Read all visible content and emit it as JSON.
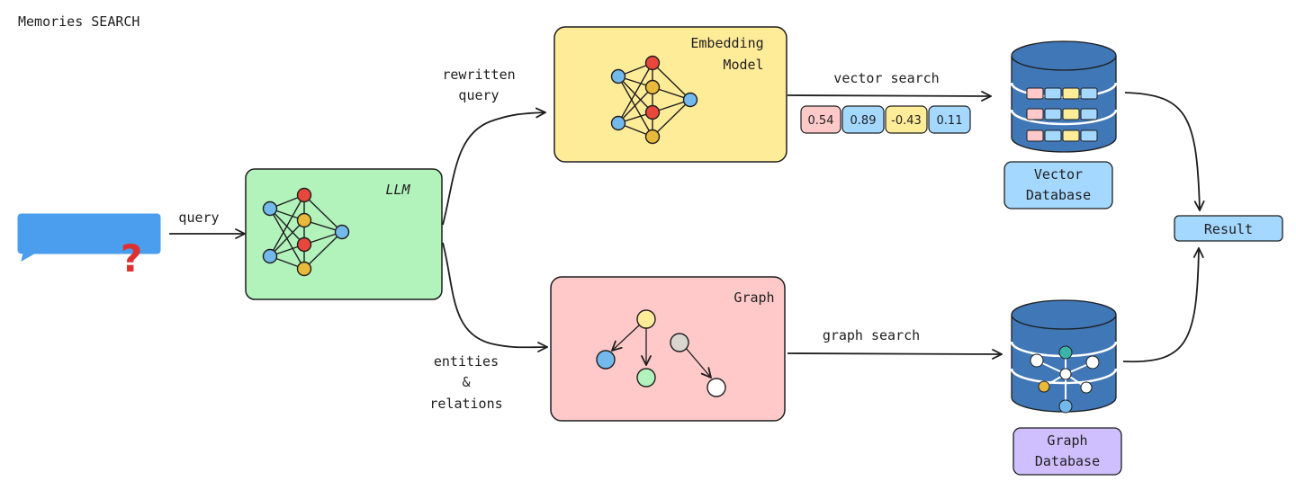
{
  "title": "Memories SEARCH",
  "query_label": "query",
  "query_glyph": "?",
  "llm": {
    "label": "LLM",
    "color": "#b2f2bb"
  },
  "rewritten_query": [
    "rewritten",
    "query"
  ],
  "entities_relations": [
    "entities",
    "&",
    "relations"
  ],
  "embedding_model": {
    "label": [
      "Embedding",
      "Model"
    ],
    "color": "#ffec99"
  },
  "graph": {
    "label": "Graph",
    "color": "#ffc9c9"
  },
  "vector_search_label": "vector search",
  "graph_search_label": "graph search",
  "vector_values": [
    "0.54",
    "0.89",
    "-0.43",
    "0.11"
  ],
  "vector_colors": [
    "#ffc9c9",
    "#a5d8ff",
    "#ffec99",
    "#a5d8ff"
  ],
  "vector_database": {
    "label": [
      "Vector",
      "Database"
    ],
    "color": "#a5d8ff"
  },
  "graph_database": {
    "label": [
      "Graph",
      "Database"
    ],
    "color": "#d0bfff"
  },
  "result_label": "Result",
  "colors": {
    "stroke": "#1e1e1e",
    "chat_bubble": "#4a9eed",
    "question_mark": "#e03131",
    "db_body": "#3f77b7",
    "node_blue": "#74b9ec",
    "node_red": "#e8473b",
    "node_yellow": "#e8b93a",
    "node_green": "#b2f2bb",
    "node_gray": "#d9d5cf",
    "node_white": "#ffffff",
    "node_teal": "#3bb3a8"
  }
}
